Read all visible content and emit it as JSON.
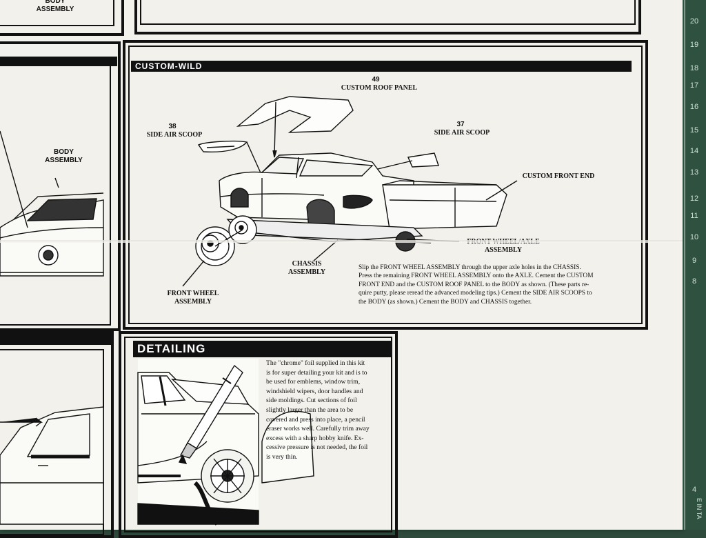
{
  "top_left_label": "BODY\nASSEMBLY",
  "custom_wild": {
    "title": "CUSTOM-WILD",
    "roof_panel": {
      "number": "49",
      "label": "CUSTOM ROOF PANEL"
    },
    "scoop_left": {
      "number": "38",
      "label": "SIDE AIR SCOOP"
    },
    "scoop_right": {
      "number": "37",
      "label": "SIDE AIR SCOOP"
    },
    "front_end": "CUSTOM FRONT END",
    "front_wheel_axle": "FRONT WHEEL/AXLE\nASSEMBLY",
    "chassis": "CHASSIS\nASSEMBLY",
    "front_wheel": "FRONT WHEEL\nASSEMBLY",
    "instructions": [
      "Slip the FRONT WHEEL ASSEMBLY through the upper axle holes in the CHASSIS.",
      "Press the remaining FRONT WHEEL ASSEMBLY onto the AXLE. Cement the CUSTOM",
      "FRONT END and the CUSTOM ROOF PANEL to the BODY as shown. (These parts re-",
      "quire putty, please reread the advanced modeling tips.) Cement the SIDE AIR SCOOPS to",
      "the BODY (as shown.) Cement the BODY and CHASSIS together."
    ]
  },
  "left_panel": {
    "body_assembly": "BODY\nASSEMBLY"
  },
  "detailing": {
    "title": "DETAILING",
    "text": [
      "The \"chrome\" foil supplied in this kit",
      "is for super detailing your kit and is to",
      "be used for emblems, window trim,",
      "windshield wipers, door handles and",
      "side moldings. Cut sections of foil",
      "slightly larger than the area to be",
      "covered and press into place, a pencil",
      "eraser works well. Carefully trim away",
      "excess with a sharp hobby knife. Ex-",
      "cessive pressure is not needed, the foil",
      "is very thin."
    ]
  },
  "ruler": {
    "numbers": [
      "20",
      "19",
      "18",
      "17",
      "16",
      "15",
      "14",
      "13",
      "12",
      "11",
      "10",
      "9",
      "8",
      "4"
    ],
    "edge_text": "E IN TA"
  }
}
